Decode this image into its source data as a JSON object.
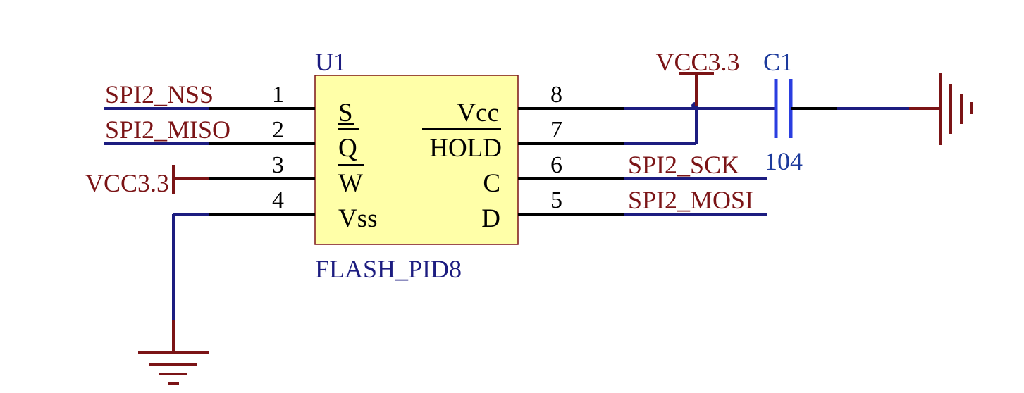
{
  "colors": {
    "wire": "#1c1c80",
    "pin": "#000000",
    "power": "#7b1416",
    "capacitor": "#2a3ee0",
    "chip_fill": "#ffffa8",
    "chip_border": "#7b1416"
  },
  "chip": {
    "designator": "U1",
    "part": "FLASH_PID8",
    "left_pins": [
      {
        "number": "1",
        "name": "S",
        "net": "SPI2_NSS"
      },
      {
        "number": "2",
        "name": "Q",
        "net": "SPI2_MISO"
      },
      {
        "number": "3",
        "name": "W",
        "net": "VCC3.3"
      },
      {
        "number": "4",
        "name": "Vss",
        "net": ""
      }
    ],
    "right_pins": [
      {
        "number": "8",
        "name": "Vcc"
      },
      {
        "number": "7",
        "name": "HOLD"
      },
      {
        "number": "6",
        "name": "C",
        "net": "SPI2_SCK"
      },
      {
        "number": "5",
        "name": "D",
        "net": "SPI2_MOSI"
      }
    ]
  },
  "power_top": {
    "label": "VCC3.3"
  },
  "capacitor": {
    "designator": "C1",
    "value": "104"
  }
}
